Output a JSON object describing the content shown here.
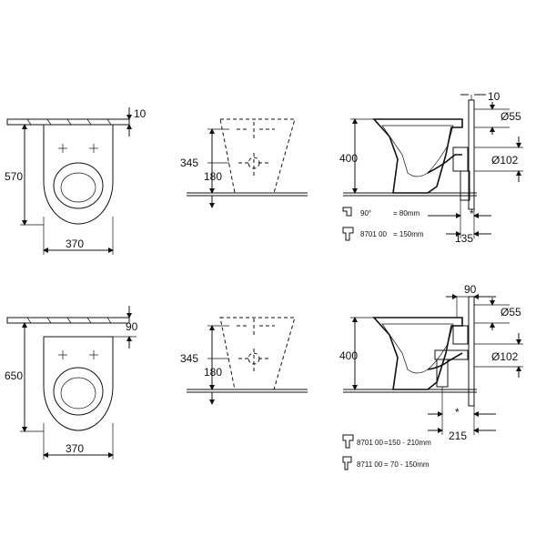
{
  "row1": {
    "top_view": {
      "width": "370",
      "depth": "570",
      "wall_gap": "10"
    },
    "side_view": {
      "height_a": "345",
      "height_b": "180"
    },
    "section": {
      "height": "400",
      "gap": "10",
      "d1": "Ø55",
      "d2": "Ø102",
      "offset": "135",
      "star": "*",
      "legend": [
        {
          "code": "90°",
          "eq": "= 80mm"
        },
        {
          "code": "8701 00",
          "eq": "= 150mm"
        }
      ]
    }
  },
  "row2": {
    "top_view": {
      "width": "370",
      "depth": "650",
      "wall_gap": "90"
    },
    "side_view": {
      "height_a": "345",
      "height_b": "180"
    },
    "section": {
      "height": "400",
      "gap": "90",
      "d1": "Ø55",
      "d2": "Ø102",
      "offset": "215",
      "star": "*",
      "legend": [
        {
          "code": "8701 00",
          "eq": "=150 - 210mm"
        },
        {
          "code": "8711 00",
          "eq": "= 70 -  150mm"
        }
      ]
    }
  }
}
